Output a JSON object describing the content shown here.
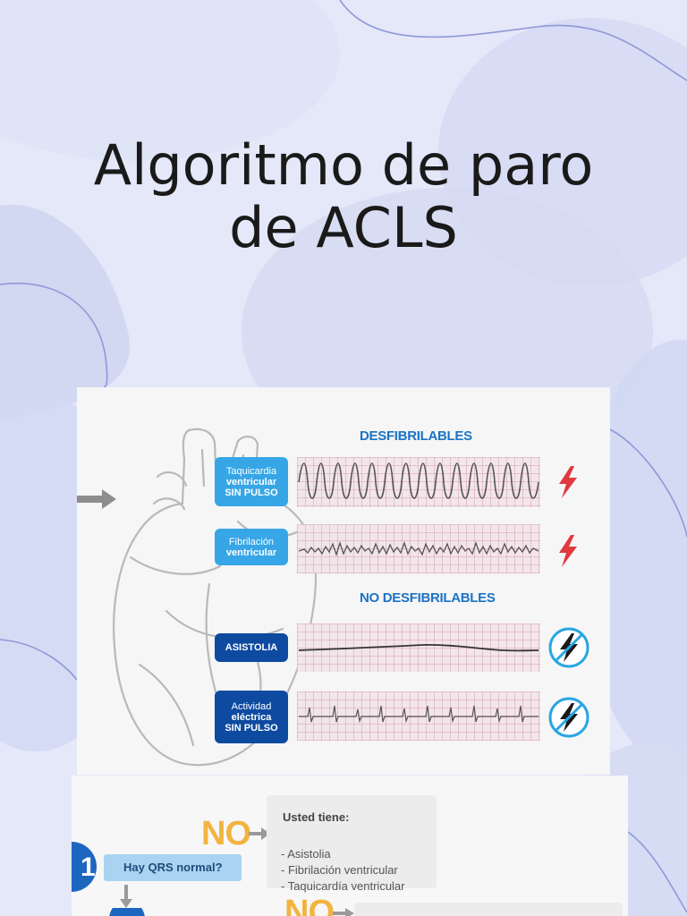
{
  "slide": {
    "title_line1": "Algoritmo de paro",
    "title_line2": "de ACLS"
  },
  "figure1": {
    "shockable_heading": "DESFIBRILABLES",
    "nonshockable_heading": "NO DESFIBRILABLES",
    "rhythms": [
      {
        "line1": "Taquicardia",
        "line2": "ventricular",
        "line3": "SIN PULSO",
        "shockable": true
      },
      {
        "line1": "Fibrilación",
        "line2": "ventricular",
        "shockable": true
      },
      {
        "line1": "ASISTOLIA",
        "shockable": false
      },
      {
        "line1": "Actividad",
        "line2": "eléctrica",
        "line3": "SIN PULSO",
        "shockable": false
      }
    ],
    "icons": [
      "arrow-right-icon",
      "heart-outline-icon",
      "lightning-bolt-icon",
      "no-shock-icon"
    ],
    "colors": {
      "light_box": "#36a6e6",
      "dark_box": "#0e4aa0",
      "heading": "#1b73c4",
      "bolt": "#e0393e"
    }
  },
  "figure2": {
    "no_label_1": "NO",
    "no_label_2": "NO",
    "step_number": "1",
    "question": "Hay QRS normal?",
    "info_title": "Usted tiene:",
    "info_items": [
      "- Asistolia",
      "- Fibrilación ventricular",
      "- Taquicardía ventricular"
    ],
    "colors": {
      "no": "#f2b441",
      "question_box": "#a9d3f0",
      "step_circle": "#1d66c0"
    }
  }
}
